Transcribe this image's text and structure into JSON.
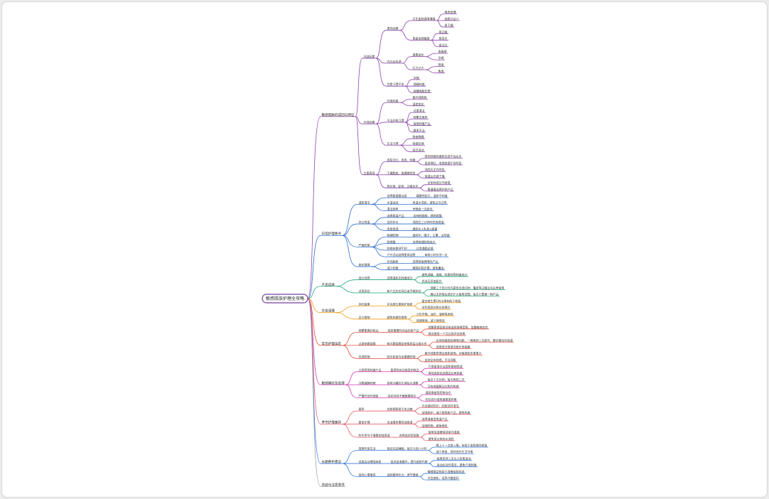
{
  "root": "敏感肌肤护理全攻略",
  "colors": [
    "#8e44ad",
    "#2c6fd1",
    "#1fa67a",
    "#f39c12",
    "#e74c3c",
    "#d63ab0",
    "#e85a6a",
    "#3477e0",
    "#9aa0a6"
  ],
  "branches": [
    {
      "label": "敏感肌肤的成因与特征",
      "children": [
        {
          "label": "内部因素",
          "children": [
            {
              "label": "遗传因素",
              "children": [
                {
                  "label": "天生皮肤屏障薄弱",
                  "children": [
                    {
                      "label": "角质层薄"
                    },
                    {
                      "label": "皮脂分泌少"
                    },
                    {
                      "label": "易干燥"
                    }
                  ]
                },
                {
                  "label": "免疫系统敏感",
                  "children": [
                    {
                      "label": "易过敏"
                    },
                    {
                      "label": "易发炎"
                    },
                    {
                      "label": "易泛红"
                    }
                  ]
                }
              ]
            },
            {
              "label": "内分泌失调",
              "children": [
                {
                  "label": "激素变化",
                  "children": [
                    {
                      "label": "青春期"
                    },
                    {
                      "label": "孕期"
                    }
                  ]
                },
                {
                  "label": "压力过大",
                  "children": [
                    {
                      "label": "熬夜"
                    },
                    {
                      "label": "焦虑"
                    }
                  ]
                }
              ]
            },
            {
              "label": "饮食习惯不良",
              "children": [
                {
                  "label": "辛辣"
                },
                {
                  "label": "酒精刺激"
                },
                {
                  "label": "高糖高脂饮食"
                }
              ]
            }
          ]
        },
        {
          "label": "外部因素",
          "children": [
            {
              "label": "环境刺激",
              "children": [
                {
                  "label": "紫外线照射"
                },
                {
                  "label": "温差变化"
                }
              ]
            },
            {
              "label": "不当护肤习惯",
              "children": [
                {
                  "label": "过度清洁"
                },
                {
                  "label": "频繁去角质"
                },
                {
                  "label": "使用刺激产品"
                },
                {
                  "label": "换季不当"
                }
              ]
            },
            {
              "label": "生活习惯",
              "children": [
                {
                  "label": "熬夜晚睡"
                },
                {
                  "label": "吸烟饮酒"
                },
                {
                  "label": "缺乏运动"
                }
              ]
            }
          ]
        },
        {
          "label": "主要表现",
          "children": [
            {
              "label": "皮肤泛红、发痒、刺痛",
              "children": [
                {
                  "label": "受到轻微刺激即出现不适反应"
                },
                {
                  "label": "面部潮红，毛细血管扩张明显"
                }
              ]
            },
            {
              "label": "干燥脱皮、紧绷感明显",
              "children": [
                {
                  "label": "洗脸后尤为明显"
                },
                {
                  "label": "保湿后仍感干燥"
                }
              ]
            },
            {
              "label": "易长痘、起疹、过敏反应",
              "children": [
                {
                  "label": "对多种成分不耐受"
                },
                {
                  "label": "需谨慎选择护肤产品"
                }
              ]
            }
          ]
        }
      ]
    },
    {
      "label": "日常护理要点",
      "children": [
        {
          "label": "温和清洁",
          "children": [
            {
              "label": "选择氨基酸洁面",
              "children": [
                {
                  "label": "弱酸性配方，温和不刺激"
                }
              ]
            },
            {
              "label": "水温适宜",
              "children": [
                {
                  "label": "用温水洗脸，避免过冷过热"
                }
              ]
            },
            {
              "label": "清洁频率",
              "children": [
                {
                  "label": "早晚各一次即可"
                }
              ]
            }
          ]
        },
        {
          "label": "充分保湿",
          "children": [
            {
              "label": "选择保湿产品",
              "children": [
                {
                  "label": "含神经酰胺、透明质酸"
                }
              ]
            },
            {
              "label": "及时补水",
              "children": [
                {
                  "label": "洗脸后三分钟内完成保湿"
                }
              ]
            },
            {
              "label": "多层保湿",
              "children": [
                {
                  "label": "爽肤水+乳液+面霜"
                }
              ]
            }
          ]
        },
        {
          "label": "严格防晒",
          "children": [
            {
              "label": "物理防晒",
              "children": [
                {
                  "label": "遮阳伞、帽子、口罩、太阳镜"
                }
              ]
            },
            {
              "label": "防晒霜",
              "children": [
                {
                  "label": "选择物理防晒成分"
                }
              ]
            },
            {
              "label": "防晒系数SPF30",
              "children": [
                {
                  "label": "日常通勤足够"
                }
              ]
            },
            {
              "label": "户外活动选择更高倍数",
              "children": [
                {
                  "label": "每两小时补涂一次"
                }
              ]
            }
          ]
        },
        {
          "label": "修护屏障",
          "children": [
            {
              "label": "补充脂质",
              "children": [
                {
                  "label": "选择修复屏障的产品"
                }
              ]
            },
            {
              "label": "减少刺激",
              "children": [
                {
                  "label": "精简护肤步骤，避免叠加"
                }
              ]
            }
          ]
        }
      ]
    },
    {
      "label": "产品选择",
      "children": [
        {
          "label": "成分选择",
          "children": [
            {
              "label": "选择温和无刺激成分",
              "children": [
                {
                  "label": "避免酒精、香精、防腐剂等刺激成分"
                },
                {
                  "label": "优选无添加配方"
                }
              ]
            }
          ]
        },
        {
          "label": "试用测试",
          "children": [
            {
              "label": "新产品先在耳后或手腕测试",
              "children": [
                {
                  "label": "观察二十四小时内是否出现红肿、瘙痒等过敏反应后再使用"
                },
                {
                  "label": "确认无异常后逐步扩大使用范围，每次只更换一种产品"
                }
              ]
            }
          ]
        }
      ]
    },
    {
      "label": "饮食调理",
      "children": [
        {
          "label": "多吃蔬果",
          "children": [
            {
              "label": "补充维生素和矿物质",
              "children": [
                {
                  "label": "富含维生素C的水果有助于修复"
                },
                {
                  "label": "深色蔬菜抗氧化效果好"
                }
              ]
            }
          ]
        },
        {
          "label": "忌口食物",
          "children": [
            {
              "label": "避免刺激性食物",
              "children": [
                {
                  "label": "少吃辛辣、油炸、海鲜等发物"
                },
                {
                  "label": "戒烟限酒，减少咖啡因"
                }
              ]
            }
          ]
        }
      ]
    },
    {
      "label": "常见护理误区",
      "children": [
        {
          "label": "频繁更换护肤品",
          "children": [
            {
              "label": "皮肤需要时间适应新产品",
              "children": [
                {
                  "label": "频繁更换容易导致皮肤屏障受损，加重敏感症状"
                },
                {
                  "label": "建议使用一个月后再评估效果"
                }
              ]
            }
          ]
        },
        {
          "label": "过度依赖面膜",
          "children": [
            {
              "label": "每天敷面膜会使角质层过度水合",
              "children": [
                {
                  "label": "反而削弱皮肤屏障功能，一周两到三次即可，敷完需及时保湿"
                },
                {
                  "label": "选择成分简单的修护型面膜"
                }
              ]
            }
          ]
        },
        {
          "label": "忽视防晒",
          "children": [
            {
              "label": "阴天和室内也需要防晒",
              "children": [
                {
                  "label": "紫外线能穿透云层和玻璃，对敏感肌伤害更大"
                },
                {
                  "label": "坚持全年防晒，不可间断"
                }
              ]
            }
          ]
        }
      ]
    },
    {
      "label": "敏感期应急处理",
      "children": [
        {
          "label": "立即停用刺激产品",
          "children": [
            {
              "label": "暂停所有功效型护肤品",
              "children": [
                {
                  "label": "只保留清水洁面和基础保湿"
                },
                {
                  "label": "等待皮肤状态稳定后再恢复"
                }
              ]
            }
          ]
        },
        {
          "label": "冷敷镇静舒缓",
          "children": [
            {
              "label": "使用冷藏的生理盐水湿敷",
              "children": [
                {
                  "label": "每次十五分钟，每天两到三次"
                },
                {
                  "label": "可有效缓解泛红和灼热感"
                }
              ]
            }
          ]
        },
        {
          "label": "严重时及时就医",
          "children": [
            {
              "label": "症状持续不缓解需就诊",
              "children": [
                {
                  "label": "遵医嘱使用药物治疗"
                },
                {
                  "label": "切勿自行使用激素类药膏"
                }
              ]
            }
          ]
        }
      ]
    },
    {
      "label": "季节护理差异",
      "children": [
        {
          "label": "春季",
          "children": [
            {
              "label": "花粉柳絮易引发过敏",
              "children": [
                {
                  "label": "外出做好防护，回家及时清洁"
                },
                {
                  "label": "加强修护，减少使用新产品，避免刺激"
                }
              ]
            }
          ]
        },
        {
          "label": "夏季护理",
          "children": [
            {
              "label": "出油增多需控油保湿",
              "children": [
                {
                  "label": "选择清爽型保湿产品"
                },
                {
                  "label": "加强防晒，避免晒伤"
                }
              ]
            }
          ]
        },
        {
          "label": "秋冬季节干燥需加强保湿",
          "children": [
            {
              "label": "选择滋润型面霜",
              "children": [
                {
                  "label": "使用加湿器保持室内湿度"
                },
                {
                  "label": "避免用过热的水洗脸"
                }
              ]
            }
          ]
        }
      ]
    },
    {
      "label": "长期养护建议",
      "children": [
        {
          "label": "规律作息生活",
          "children": [
            {
              "label": "保证充足睡眠，每天七到八小时",
              "children": [
                {
                  "label": "晚上十一点前入睡，有助于皮肤夜间修复"
                },
                {
                  "label": "减少熬夜，保持良好生活节奏"
                }
              ]
            }
          ]
        },
        {
          "label": "适度运动增强体质",
          "children": [
            {
              "label": "促进血液循环，提升皮肤代谢",
              "children": [
                {
                  "label": "每周坚持三次以上有氧运动"
                },
                {
                  "label": "运动后及时清洁，避免汗液刺激"
                }
              ]
            }
          ]
        },
        {
          "label": "保持心情愉悦",
          "children": [
            {
              "label": "减轻精神压力，调节情绪",
              "children": [
                {
                  "label": "情绪稳定有助于改善皮肤状态"
                },
                {
                  "label": "学会放松，培养兴趣爱好"
                }
              ]
            }
          ]
        }
      ]
    },
    {
      "label": "总结与注意事项",
      "children": []
    }
  ]
}
